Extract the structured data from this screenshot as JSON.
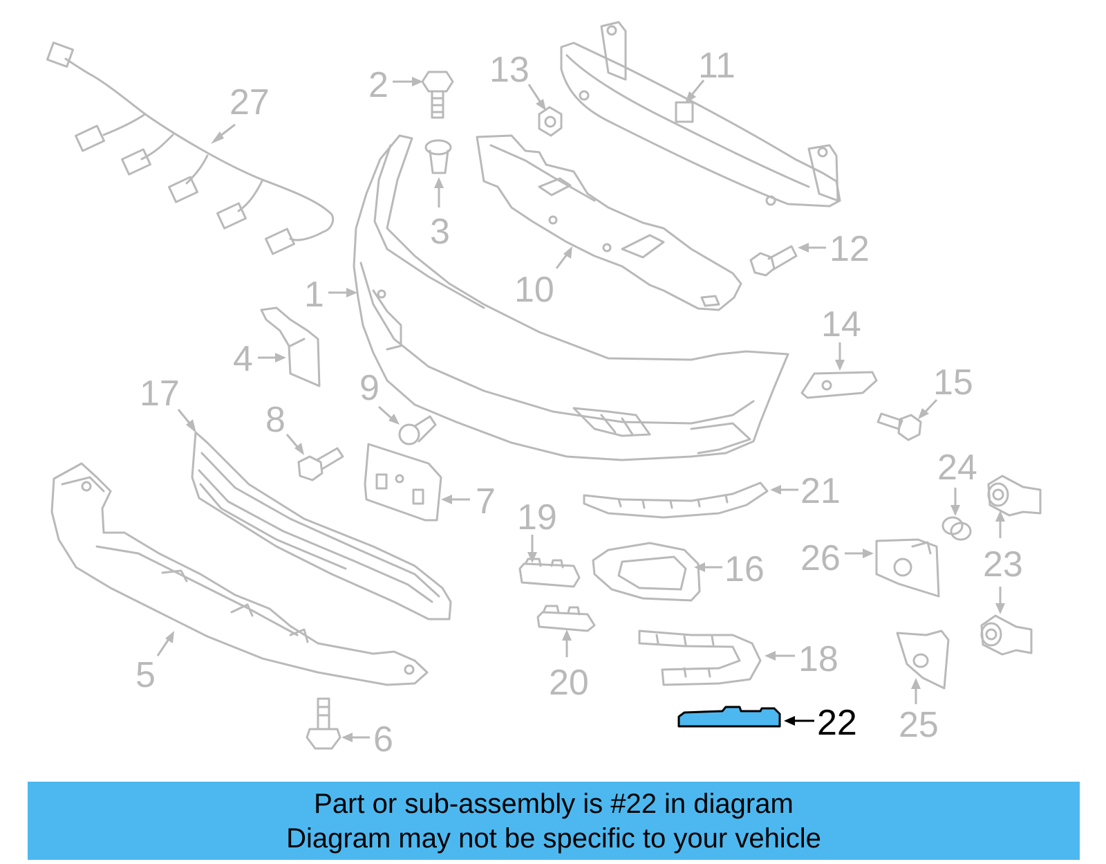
{
  "highlight_color": "#4db8ef",
  "callouts": [
    {
      "id": "1",
      "label": "1"
    },
    {
      "id": "2",
      "label": "2"
    },
    {
      "id": "3",
      "label": "3"
    },
    {
      "id": "4",
      "label": "4"
    },
    {
      "id": "5",
      "label": "5"
    },
    {
      "id": "6",
      "label": "6"
    },
    {
      "id": "7",
      "label": "7"
    },
    {
      "id": "8",
      "label": "8"
    },
    {
      "id": "9",
      "label": "9"
    },
    {
      "id": "10",
      "label": "10"
    },
    {
      "id": "11",
      "label": "11"
    },
    {
      "id": "12",
      "label": "12"
    },
    {
      "id": "13",
      "label": "13"
    },
    {
      "id": "14",
      "label": "14"
    },
    {
      "id": "15",
      "label": "15"
    },
    {
      "id": "16",
      "label": "16"
    },
    {
      "id": "17",
      "label": "17"
    },
    {
      "id": "18",
      "label": "18"
    },
    {
      "id": "19",
      "label": "19"
    },
    {
      "id": "20",
      "label": "20"
    },
    {
      "id": "21",
      "label": "21"
    },
    {
      "id": "22",
      "label": "22",
      "highlighted": true
    },
    {
      "id": "23",
      "label": "23"
    },
    {
      "id": "24",
      "label": "24"
    },
    {
      "id": "25",
      "label": "25"
    },
    {
      "id": "26",
      "label": "26"
    },
    {
      "id": "27",
      "label": "27"
    }
  ],
  "banner": {
    "line1": "Part or sub-assembly is #22 in diagram",
    "line2": "Diagram may not be specific to your vehicle"
  }
}
